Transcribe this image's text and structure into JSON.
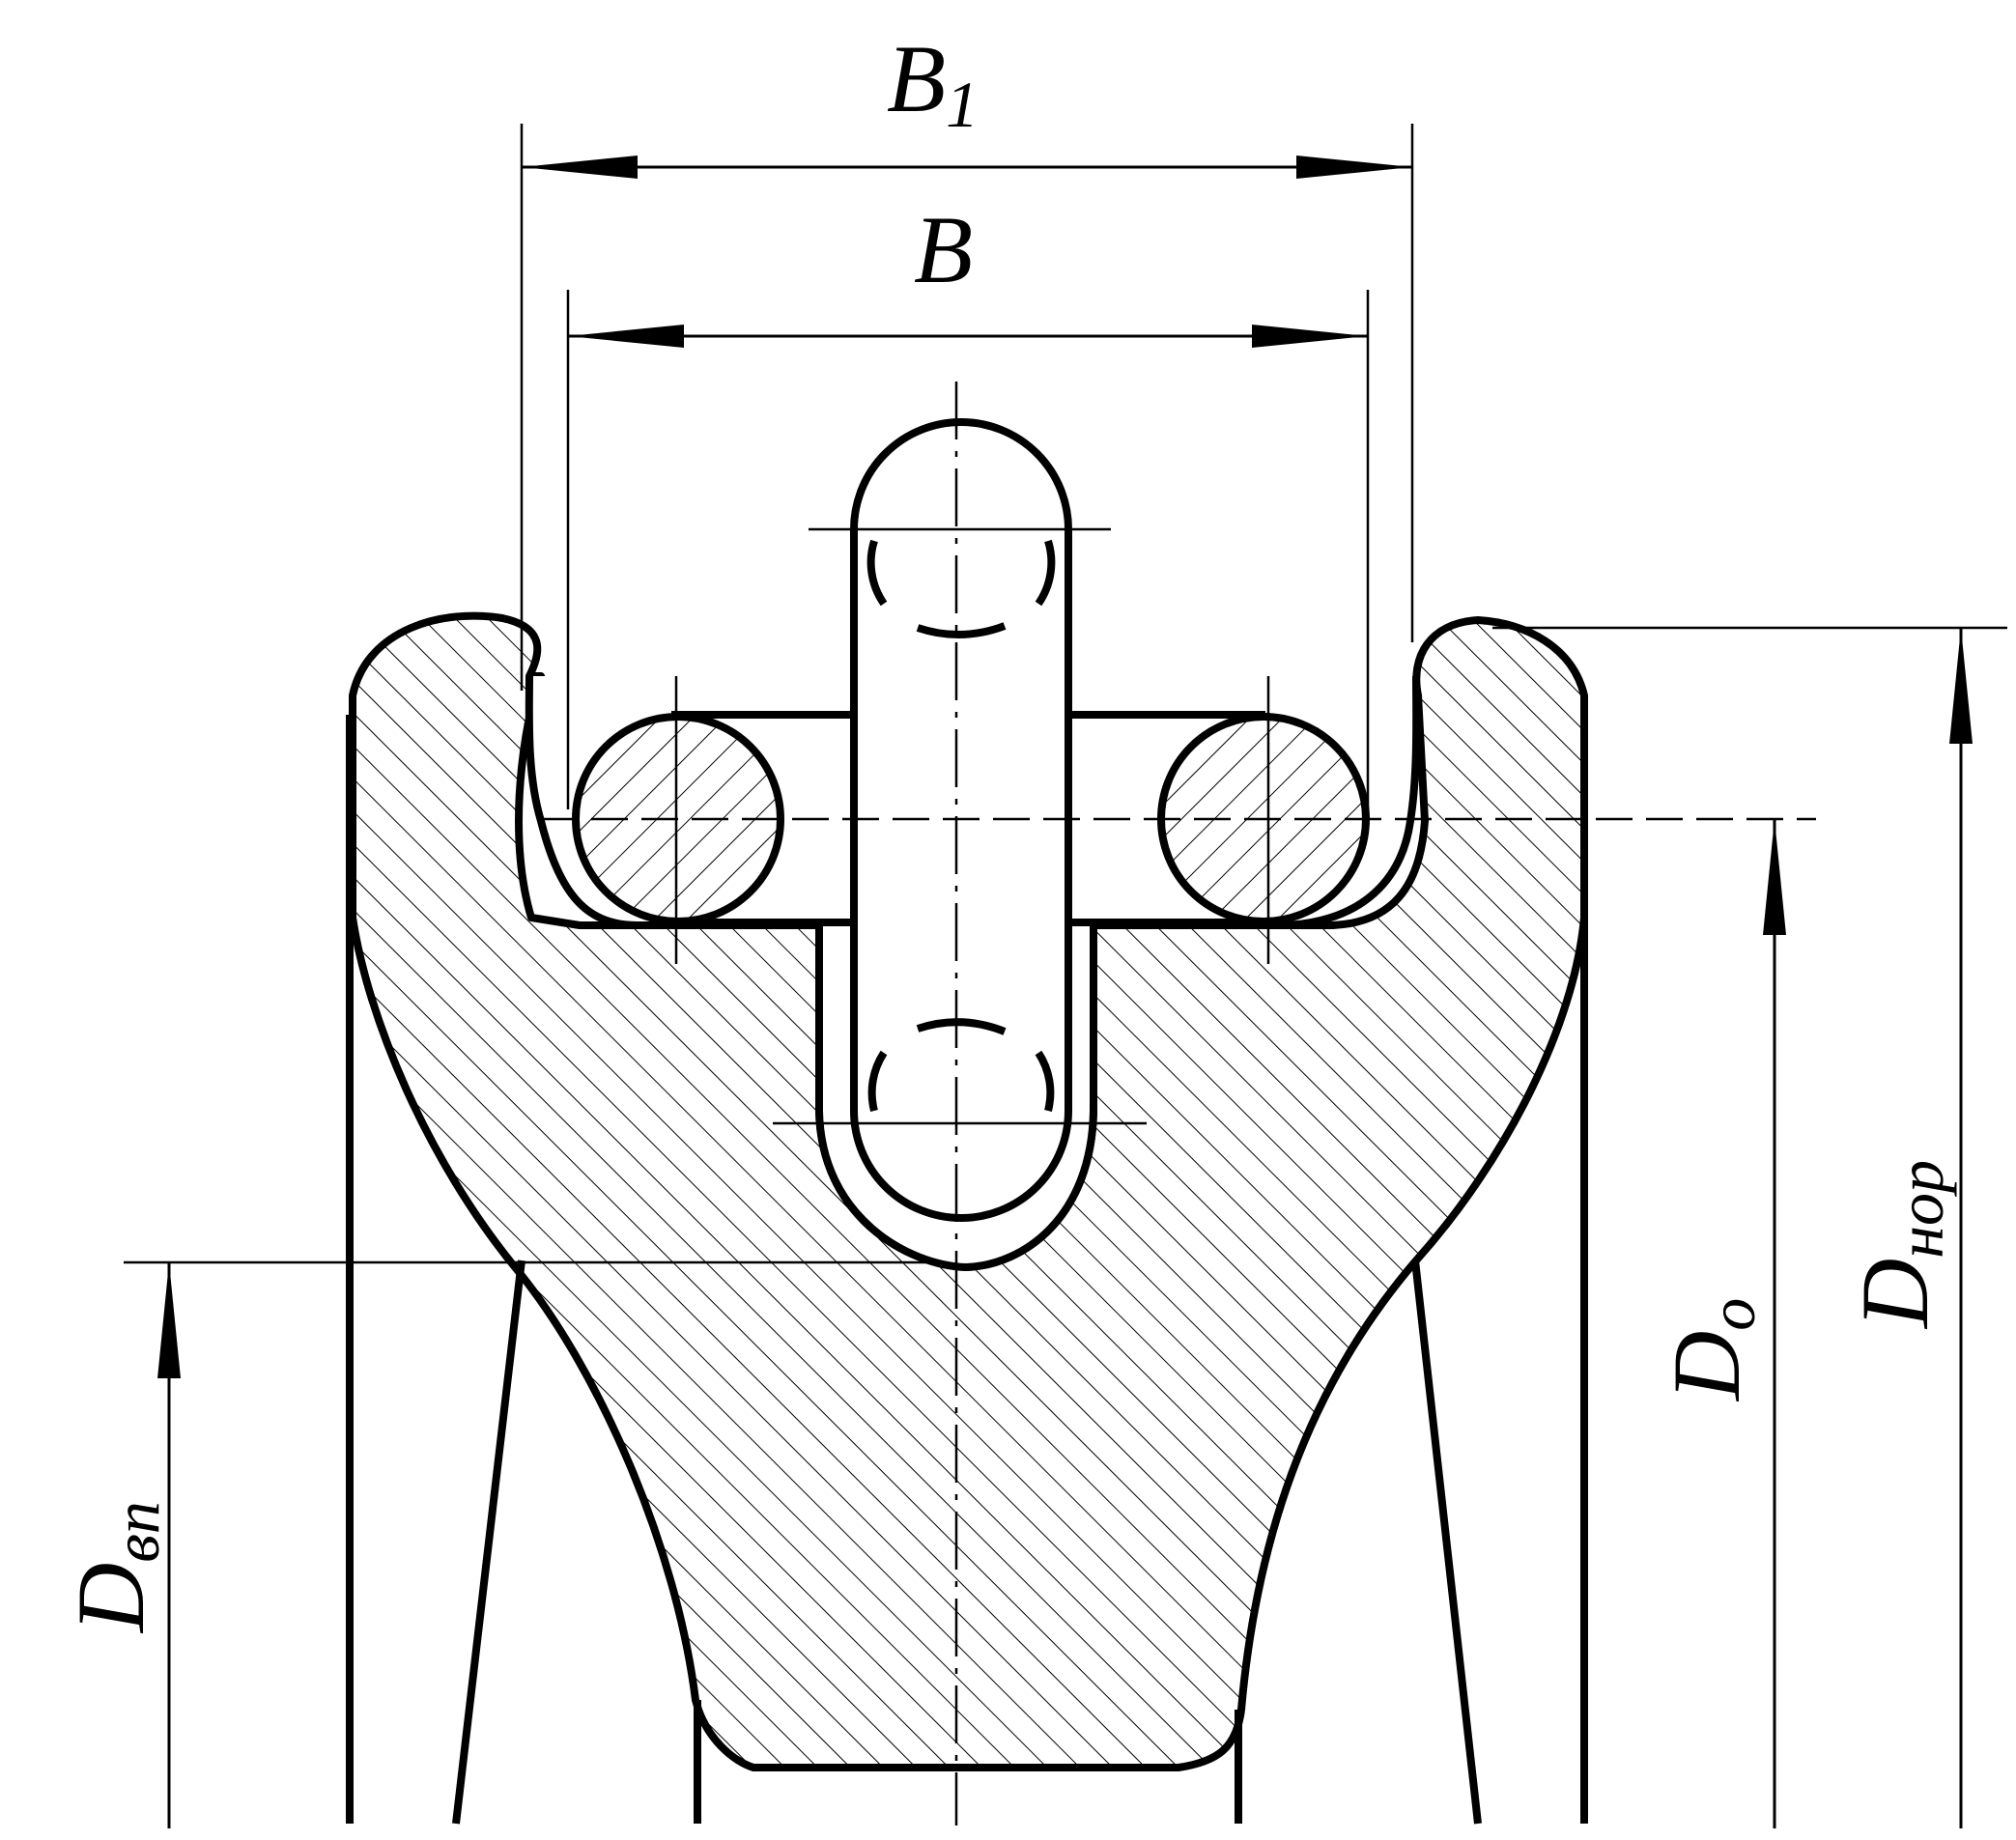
{
  "diagram": {
    "labels": {
      "B1": {
        "main": "B",
        "sub": "1"
      },
      "B": {
        "main": "B",
        "sub": ""
      },
      "Dvp": {
        "main": "D",
        "sub": "вп"
      },
      "Do": {
        "main": "D",
        "sub": "o"
      },
      "Dnor": {
        "main": "D",
        "sub": "нор"
      }
    }
  }
}
